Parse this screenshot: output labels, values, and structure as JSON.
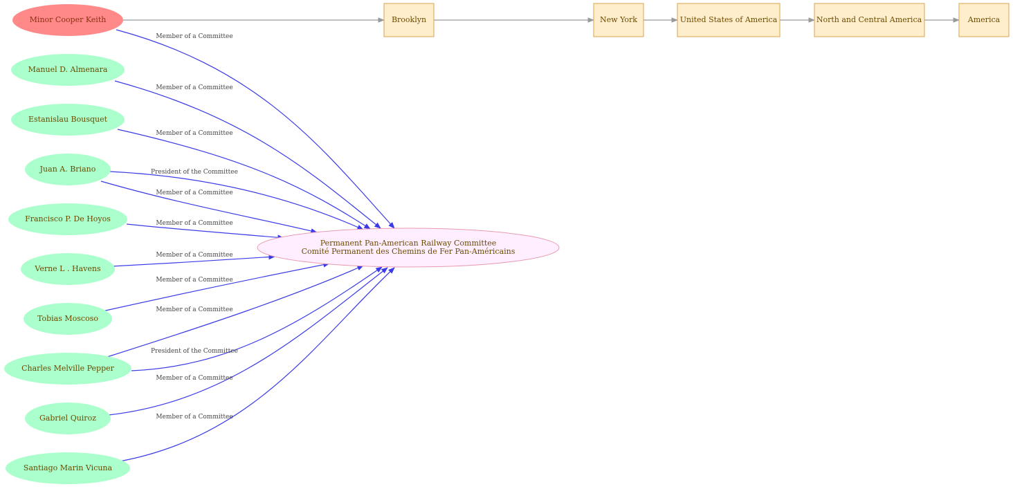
{
  "colors": {
    "person_fill": "#aaffcc",
    "focus_person_fill": "#ff8888",
    "committee_fill": "#ffeeff",
    "committee_stroke": "#e89ab0",
    "place_fill": "#ffeecc",
    "place_stroke": "#d8a050",
    "edge_blue": "#3a3ae8",
    "edge_gray": "#999999",
    "label_text": "#6b4a00"
  },
  "committee": {
    "line1": "Permanent Pan-American Railway Committee",
    "line2": "Comité Permanent des Chemins de Fer Pan-Américains"
  },
  "people": [
    {
      "name": "Minor Cooper Keith",
      "role": "Member of a Committee",
      "focus": true
    },
    {
      "name": "Manuel D. Almenara",
      "role": "Member of a Committee"
    },
    {
      "name": "Estanislau Bousquet",
      "role": "Member of a Committee"
    },
    {
      "name": "Juan A. Briano",
      "role": "President of the Committee",
      "role2": "Member of a Committee"
    },
    {
      "name": "Francisco P. De Hoyos",
      "role": "Member of a Committee"
    },
    {
      "name": "Verne L . Havens",
      "role": "Member of a Committee"
    },
    {
      "name": "Tobias Moscoso",
      "role": "Member of a Committee"
    },
    {
      "name": "Charles Melville Pepper",
      "role": "Member of a Committee",
      "role2": "President of the Committee"
    },
    {
      "name": "Gabriel Quiroz",
      "role": "Member of a Committee"
    },
    {
      "name": "Santiago Marin Vicuna",
      "role": "Member of a Committee"
    }
  ],
  "places": [
    "Brooklyn",
    "New York",
    "United States of America",
    "North and Central America",
    "America"
  ]
}
